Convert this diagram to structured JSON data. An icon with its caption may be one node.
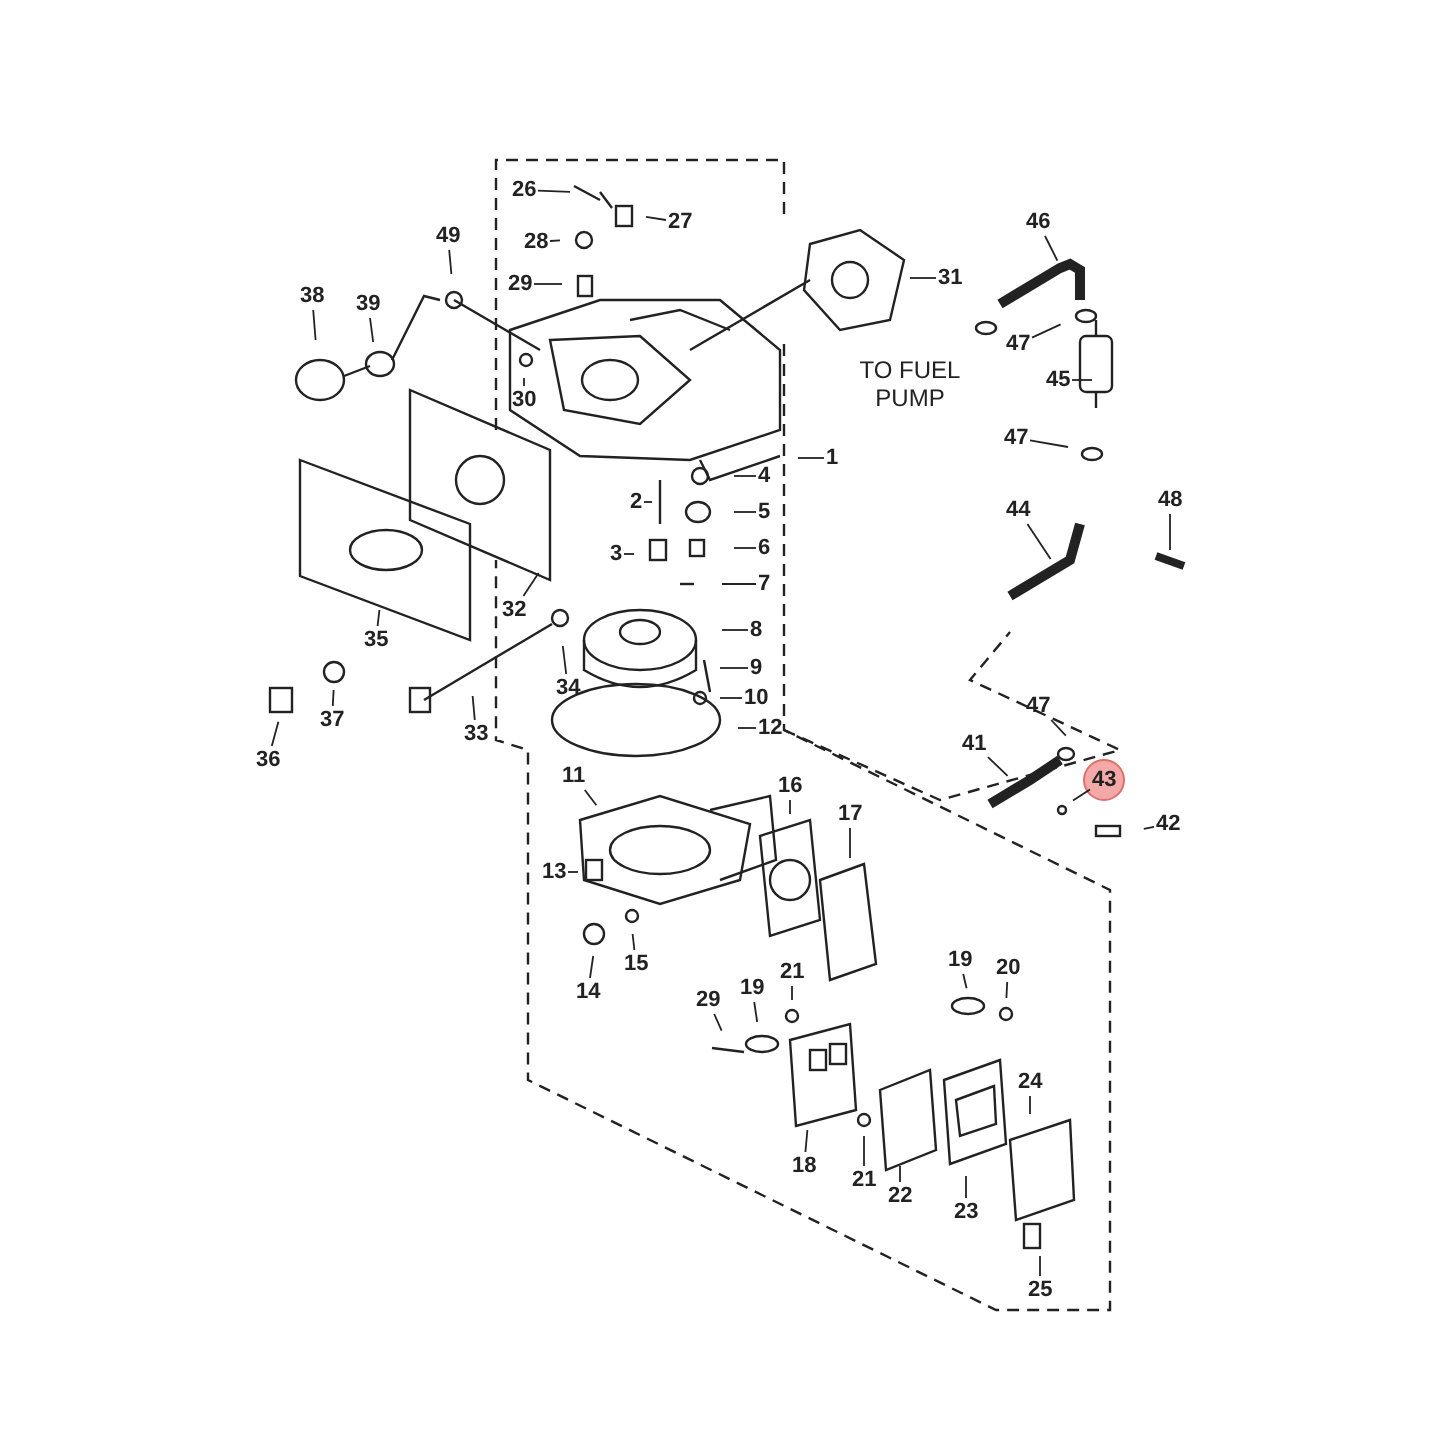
{
  "diagram": {
    "nodes": [
      {
        "text": [
          "26"
        ]
      },
      {
        "text": [
          "27"
        ]
      },
      {
        "text": [
          "49"
        ]
      },
      {
        "text": [
          "28"
        ]
      },
      {
        "text": [
          "29"
        ]
      },
      {
        "text": [
          "31"
        ]
      },
      {
        "text": [
          "46"
        ]
      },
      {
        "text": [
          "38"
        ]
      },
      {
        "text": [
          "39"
        ]
      },
      {
        "text": [
          "47"
        ]
      },
      {
        "text": [
          "45"
        ]
      },
      {
        "text": [
          "30"
        ]
      },
      {
        "text": [
          "47"
        ]
      },
      {
        "text": [
          "1"
        ]
      },
      {
        "text": [
          "4"
        ]
      },
      {
        "text": [
          "2"
        ]
      },
      {
        "text": [
          "5"
        ]
      },
      {
        "text": [
          "44"
        ]
      },
      {
        "text": [
          "48"
        ]
      },
      {
        "text": [
          "6"
        ]
      },
      {
        "text": [
          "3"
        ]
      },
      {
        "text": [
          "7"
        ]
      },
      {
        "text": [
          "32"
        ]
      },
      {
        "text": [
          "8"
        ]
      },
      {
        "text": [
          "35"
        ]
      },
      {
        "text": [
          "9"
        ]
      },
      {
        "text": [
          "34"
        ]
      },
      {
        "text": [
          "10"
        ]
      },
      {
        "text": [
          "37"
        ]
      },
      {
        "text": [
          "47"
        ]
      },
      {
        "text": [
          "12"
        ]
      },
      {
        "text": [
          "33"
        ]
      },
      {
        "text": [
          "41"
        ]
      },
      {
        "text": [
          "36"
        ]
      },
      {
        "text": [
          "11"
        ]
      },
      {
        "text": [
          "16"
        ]
      },
      {
        "text": [
          "43"
        ]
      },
      {
        "text": [
          "42"
        ]
      },
      {
        "text": [
          "17"
        ]
      },
      {
        "text": [
          "13"
        ]
      },
      {
        "text": [
          "15"
        ]
      },
      {
        "text": [
          "19"
        ]
      },
      {
        "text": [
          "20"
        ]
      },
      {
        "text": [
          "21"
        ]
      },
      {
        "text": [
          "14"
        ]
      },
      {
        "text": [
          "19"
        ]
      },
      {
        "text": [
          "29"
        ]
      },
      {
        "text": [
          "24"
        ]
      },
      {
        "text": [
          "18"
        ]
      },
      {
        "text": [
          "21"
        ]
      },
      {
        "text": [
          "22"
        ]
      },
      {
        "text": [
          "23"
        ]
      },
      {
        "text": [
          "25"
        ]
      }
    ],
    "edges": [
      {
        "from": 0,
        "to": null,
        "arrow": "none"
      },
      {
        "from": 1,
        "to": null,
        "arrow": "none"
      },
      {
        "from": 2,
        "to": null,
        "arrow": "none"
      },
      {
        "from": 3,
        "to": null,
        "arrow": "none"
      },
      {
        "from": 4,
        "to": null,
        "arrow": "none"
      },
      {
        "from": 5,
        "to": null,
        "arrow": "none"
      },
      {
        "from": 6,
        "to": null,
        "arrow": "none"
      },
      {
        "from": 7,
        "to": null,
        "arrow": "none"
      },
      {
        "from": 8,
        "to": null,
        "arrow": "none"
      },
      {
        "from": 9,
        "to": null,
        "arrow": "none"
      },
      {
        "from": 10,
        "to": null,
        "arrow": "none"
      },
      {
        "from": 11,
        "to": null,
        "arrow": "none"
      },
      {
        "from": 12,
        "to": null,
        "arrow": "none"
      },
      {
        "from": 13,
        "to": null,
        "arrow": "none"
      },
      {
        "from": 14,
        "to": null,
        "arrow": "none"
      },
      {
        "from": 15,
        "to": null,
        "arrow": "none"
      },
      {
        "from": 16,
        "to": null,
        "arrow": "none"
      },
      {
        "from": 17,
        "to": null,
        "arrow": "none"
      },
      {
        "from": 18,
        "to": null,
        "arrow": "none"
      },
      {
        "from": 19,
        "to": null,
        "arrow": "none"
      },
      {
        "from": 20,
        "to": null,
        "arrow": "none"
      },
      {
        "from": 21,
        "to": null,
        "arrow": "none"
      },
      {
        "from": 22,
        "to": null,
        "arrow": "none"
      },
      {
        "from": 23,
        "to": null,
        "arrow": "none"
      },
      {
        "from": 24,
        "to": null,
        "arrow": "none"
      },
      {
        "from": 25,
        "to": null,
        "arrow": "none"
      },
      {
        "from": 26,
        "to": null,
        "arrow": "none"
      },
      {
        "from": 27,
        "to": null,
        "arrow": "none"
      },
      {
        "from": 28,
        "to": null,
        "arrow": "none"
      },
      {
        "from": 29,
        "to": null,
        "arrow": "none"
      },
      {
        "from": 30,
        "to": null,
        "arrow": "none"
      },
      {
        "from": 31,
        "to": null,
        "arrow": "none"
      },
      {
        "from": 32,
        "to": null,
        "arrow": "none"
      },
      {
        "from": 33,
        "to": null,
        "arrow": "none"
      },
      {
        "from": 34,
        "to": null,
        "arrow": "none"
      },
      {
        "from": 35,
        "to": null,
        "arrow": "none"
      },
      {
        "from": 36,
        "to": null,
        "arrow": "none"
      },
      {
        "from": 37,
        "to": null,
        "arrow": "none"
      },
      {
        "from": 38,
        "to": null,
        "arrow": "none"
      },
      {
        "from": 39,
        "to": null,
        "arrow": "none"
      },
      {
        "from": 40,
        "to": null,
        "arrow": "none"
      },
      {
        "from": 41,
        "to": null,
        "arrow": "none"
      },
      {
        "from": 42,
        "to": null,
        "arrow": "none"
      },
      {
        "from": 43,
        "to": null,
        "arrow": "none"
      },
      {
        "from": 44,
        "to": null,
        "arrow": "none"
      },
      {
        "from": 45,
        "to": null,
        "arrow": "none"
      },
      {
        "from": 46,
        "to": null,
        "arrow": "none"
      },
      {
        "from": 47,
        "to": null,
        "arrow": "none"
      },
      {
        "from": 48,
        "to": null,
        "arrow": "none"
      },
      {
        "from": 49,
        "to": null,
        "arrow": "none"
      },
      {
        "from": 50,
        "to": null,
        "arrow": "none"
      },
      {
        "from": 51,
        "to": null,
        "arrow": "none"
      },
      {
        "from": 52,
        "to": null,
        "arrow": "none"
      }
    ],
    "labels": [
      "TO FUEL PUMP"
    ]
  }
}
